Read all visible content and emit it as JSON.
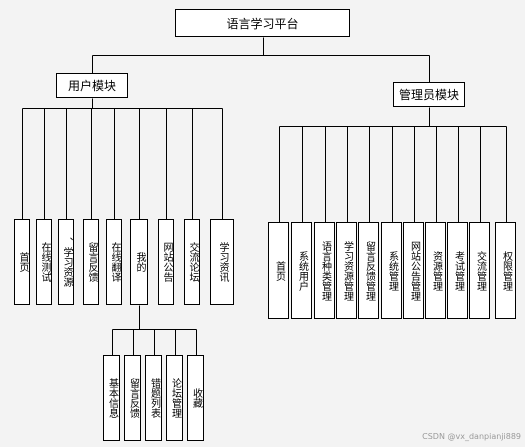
{
  "root": {
    "label": "语言学习平台"
  },
  "user_module": {
    "label": "用户模块",
    "children": [
      "首页",
      "在线测试",
      "、学习资源",
      "留言反馈",
      "在线翻译",
      "我的",
      "网站公告",
      "交流论坛",
      "学习资讯"
    ],
    "mine_children": [
      "基本信息",
      "留言反馈",
      "错题列表",
      "论坛管理",
      "收藏"
    ]
  },
  "admin_module": {
    "label": "管理员模块",
    "children": [
      "首页",
      "系统用户",
      "语言种类管理",
      "学习资源管理",
      "留言反馈管理",
      "系统管理",
      "网站公告管理",
      "资源管理",
      "考试管理",
      "交流管理",
      "权限管理"
    ]
  },
  "watermark": "CSDN @vx_danpianji889"
}
